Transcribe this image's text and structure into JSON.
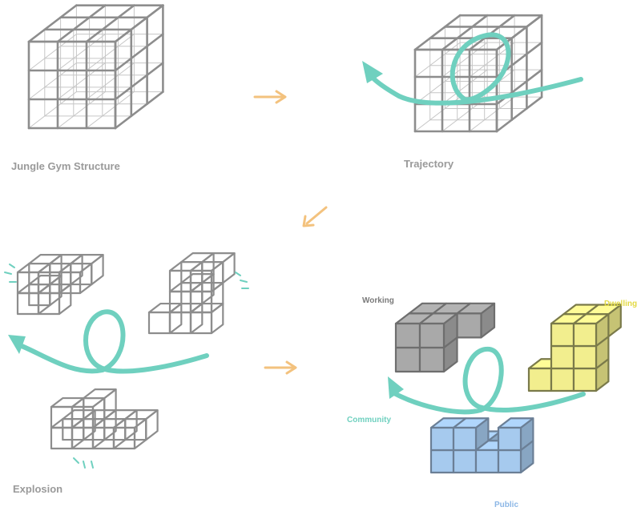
{
  "stages": {
    "jungle_gym": {
      "label": "Jungle Gym Structure"
    },
    "trajectory": {
      "label": "Trajectory"
    },
    "explosion": {
      "label": "Explosion"
    }
  },
  "programs": {
    "working": {
      "label": "Working",
      "color": "#a9a9a9"
    },
    "dwelling": {
      "label": "Dwelling",
      "color": "#f2ee8e"
    },
    "community": {
      "label": "Community",
      "color": "#6fd0bf"
    },
    "public": {
      "label": "Public",
      "color": "#a6caee"
    }
  },
  "colors": {
    "frame": "#8d8d8d",
    "frame_inner": "#c6c6c6",
    "trajectory": "#6fd0bf",
    "arrow": "#f3c27e",
    "label_gray": "#9a9a9a",
    "dwelling_label": "#e3da44",
    "public_label": "#8cb7e6"
  }
}
